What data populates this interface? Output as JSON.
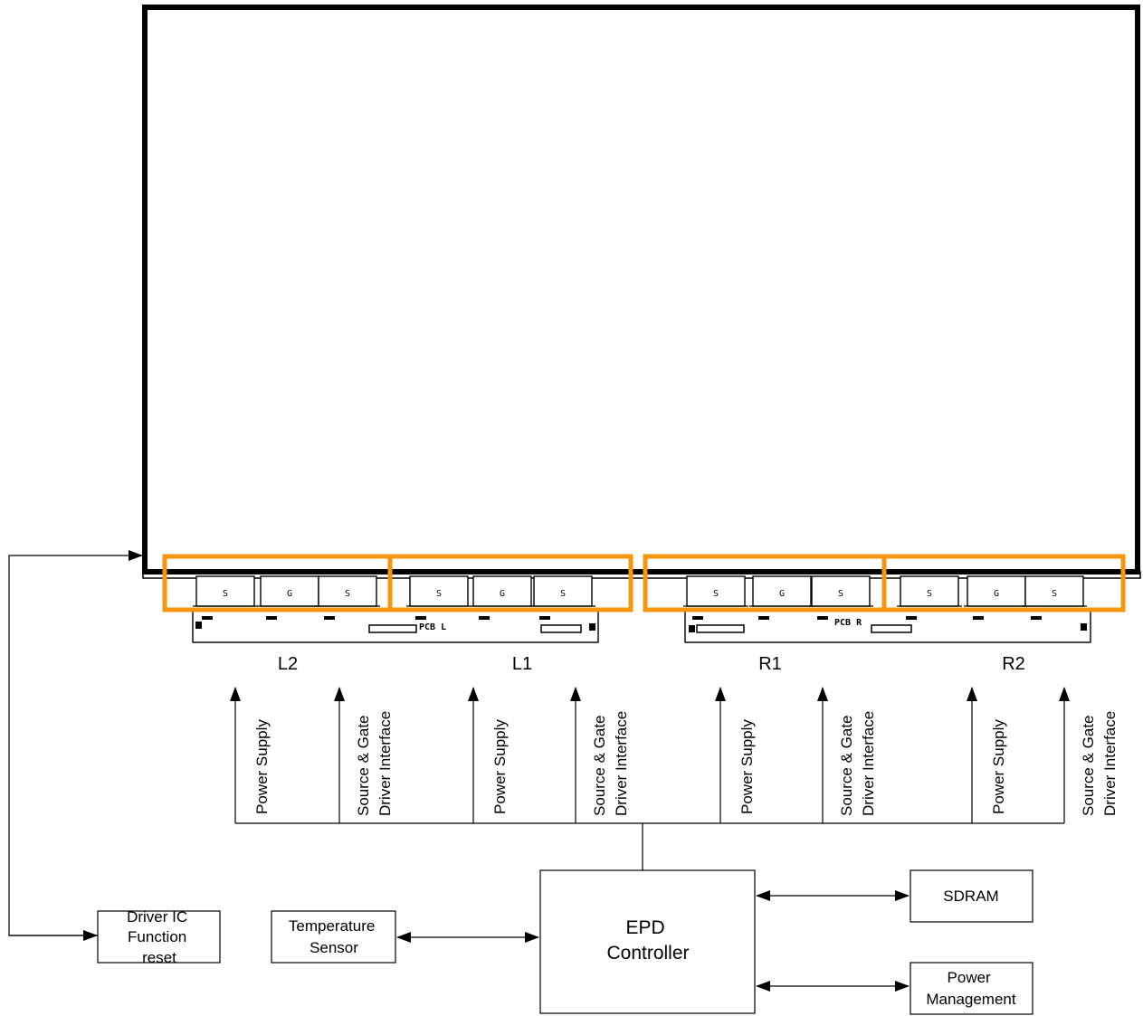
{
  "panels": [
    {
      "label": "L2",
      "pcb_label": "",
      "chips": [
        "S",
        "G",
        "S"
      ]
    },
    {
      "label": "L1",
      "pcb_label": "PCB L",
      "chips": [
        "S",
        "G",
        "S"
      ]
    },
    {
      "label": "R1",
      "pcb_label": "PCB R",
      "chips": [
        "S",
        "G",
        "S"
      ]
    },
    {
      "label": "R2",
      "pcb_label": "",
      "chips": [
        "S",
        "G",
        "S"
      ]
    }
  ],
  "signals": {
    "power": "Power Supply",
    "interface_line1": "Source & Gate",
    "interface_line2": "Driver Interface"
  },
  "blocks": {
    "driver_reset": [
      "Driver IC",
      "Function",
      "reset"
    ],
    "temperature": [
      "Temperature",
      "Sensor"
    ],
    "controller": [
      "EPD",
      "Controller"
    ],
    "sdram": [
      "SDRAM"
    ],
    "power_mgmt": [
      "Power",
      "Management"
    ]
  },
  "colors": {
    "highlight": "#F5960C",
    "line": "#000000"
  }
}
